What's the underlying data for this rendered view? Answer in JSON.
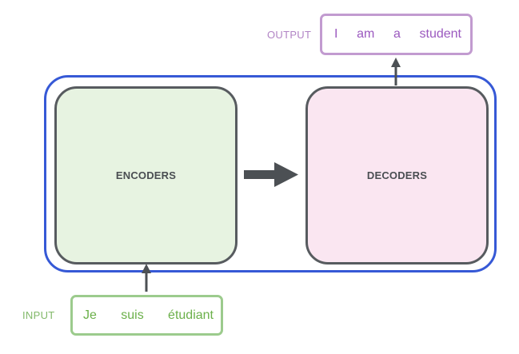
{
  "encoder": {
    "label": "ENCODERS"
  },
  "decoder": {
    "label": "DECODERS"
  },
  "input": {
    "label": "INPUT",
    "words": [
      "Je",
      "suis",
      "étudiant"
    ]
  },
  "output": {
    "label": "OUTPUT",
    "words": [
      "I",
      "am",
      "a",
      "student"
    ]
  },
  "colors": {
    "container_border": "#3659d6",
    "block_border": "#575b5f",
    "encoder_fill": "#e7f3e1",
    "decoder_fill": "#fae6f1",
    "input_text": "#6bb04a",
    "input_border": "#9ccb8d",
    "output_text": "#9b59bf",
    "output_border": "#c29bd0",
    "arrow": "#4c5054"
  }
}
